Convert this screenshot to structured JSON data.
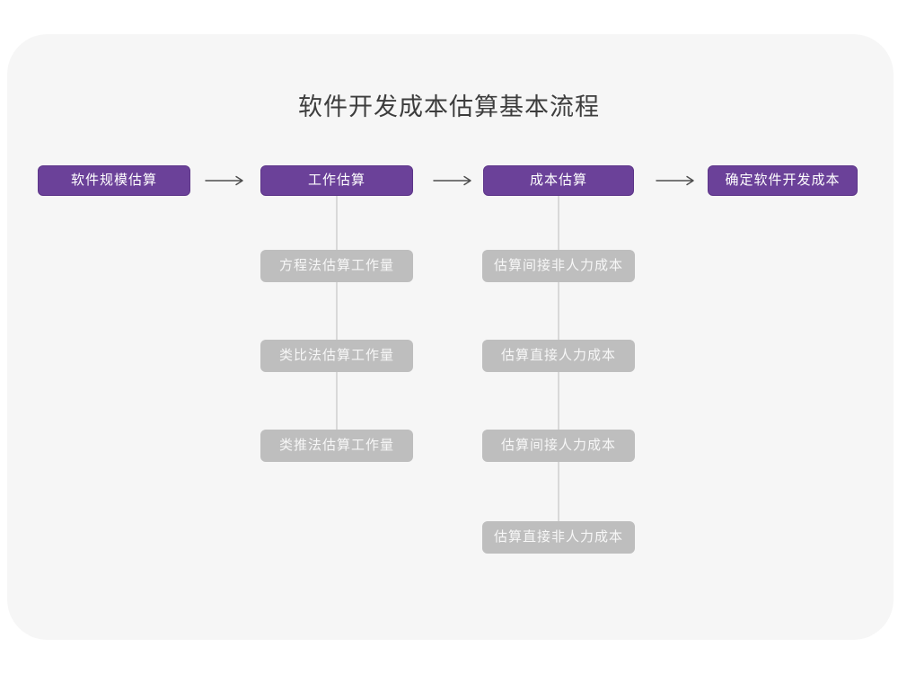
{
  "title": "软件开发成本估算基本流程",
  "colors": {
    "page_bg": "#ffffff",
    "card_bg": "#f6f6f6",
    "primary_purple": "#6b4199",
    "primary_border": "#5d3689",
    "sub_box_gray": "#bebebe",
    "sub_box_text": "#f7f7f7",
    "arrow_stroke": "#4d4d4d",
    "connector_line": "#d9d9d9",
    "title_text": "#3d3d3d"
  },
  "flow": {
    "main_nodes": [
      {
        "label": "软件规模估算"
      },
      {
        "label": "工作估算"
      },
      {
        "label": "成本估算"
      },
      {
        "label": "确定软件开发成本"
      }
    ],
    "work_estimation_methods": [
      {
        "label": "方程法估算工作量"
      },
      {
        "label": "类比法估算工作量"
      },
      {
        "label": "类推法估算工作量"
      }
    ],
    "cost_estimation_steps": [
      {
        "label": "估算间接非人力成本"
      },
      {
        "label": "估算直接人力成本"
      },
      {
        "label": "估算间接人力成本"
      },
      {
        "label": "估算直接非人力成本"
      }
    ]
  }
}
